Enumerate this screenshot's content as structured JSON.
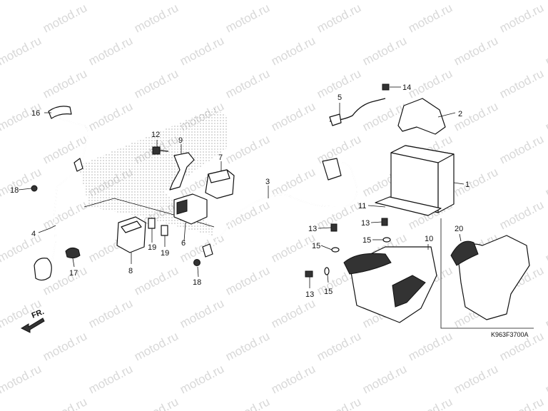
{
  "watermark": "motod.ru",
  "drawing_code": "K963F3700A",
  "direction_label": "FR.",
  "callouts": {
    "c1": "1",
    "c2": "2",
    "c3": "3",
    "c4": "4",
    "c5": "5",
    "c6": "6",
    "c7": "7",
    "c8": "8",
    "c9": "9",
    "c10": "10",
    "c11": "11",
    "c12": "12",
    "c13a": "13",
    "c13b": "13",
    "c13c": "13",
    "c14": "14",
    "c15a": "15",
    "c15b": "15",
    "c15c": "15",
    "c16": "16",
    "c17": "17",
    "c18a": "18",
    "c18b": "18",
    "c19a": "19",
    "c19b": "19",
    "c20": "20"
  }
}
